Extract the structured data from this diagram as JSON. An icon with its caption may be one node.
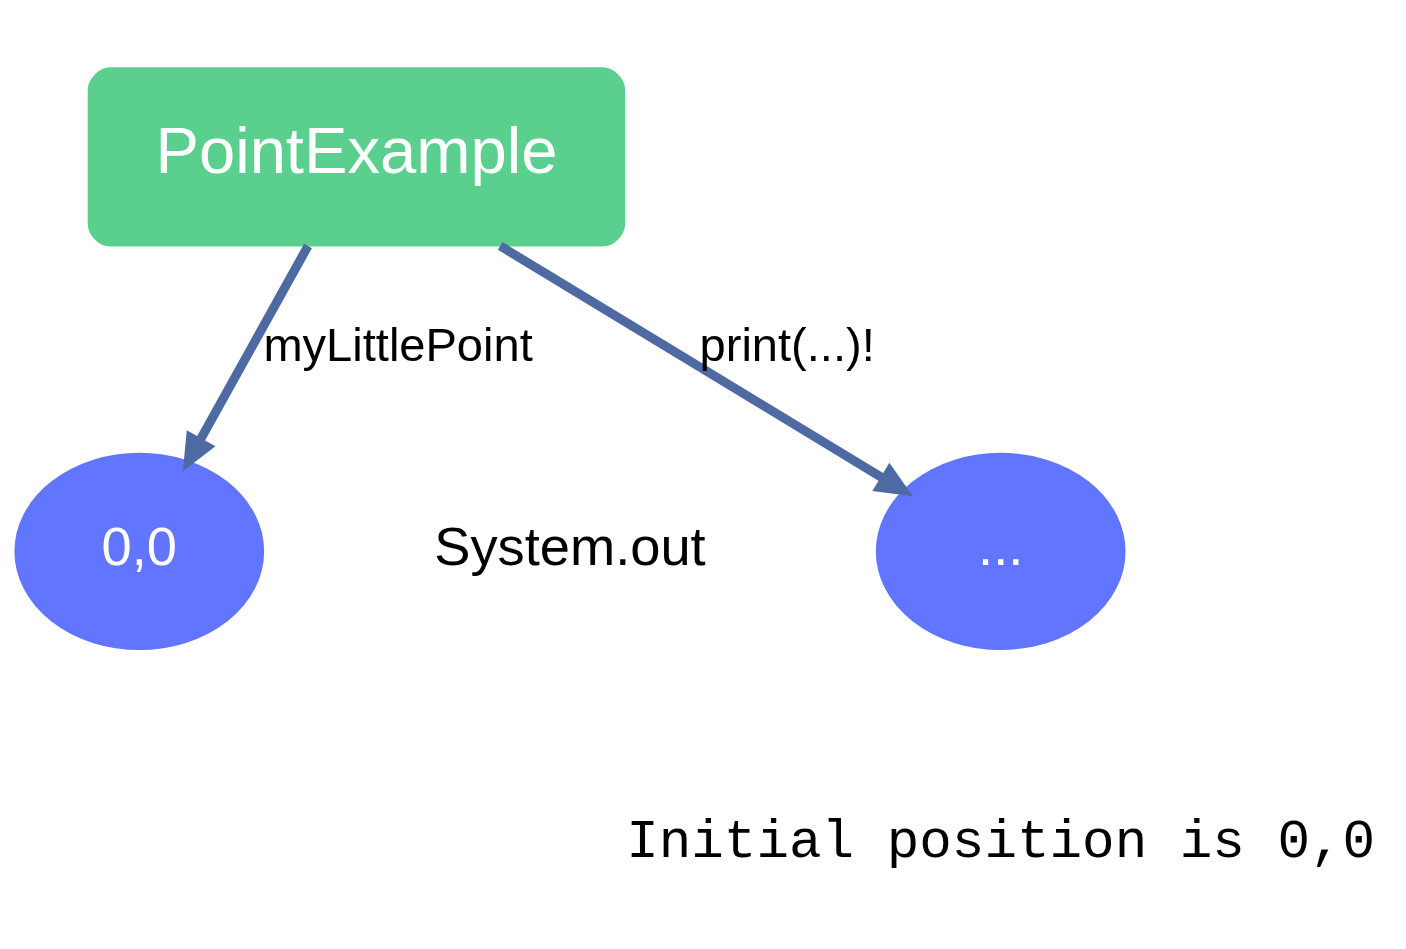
{
  "diagram": {
    "nodes": [
      {
        "text": [
          "PointExample"
        ]
      },
      {
        "text": [
          "0,0"
        ]
      },
      {
        "text": [
          "..."
        ],
        "beside": [
          "System.out"
        ]
      }
    ],
    "edges": [
      {
        "from": 0,
        "to": 1,
        "arrow": "to",
        "label": "myLittlePoint"
      },
      {
        "from": 0,
        "to": 2,
        "arrow": "to",
        "label": "print(...)!"
      }
    ],
    "labels": [
      "Initial position is 0,0"
    ]
  }
}
